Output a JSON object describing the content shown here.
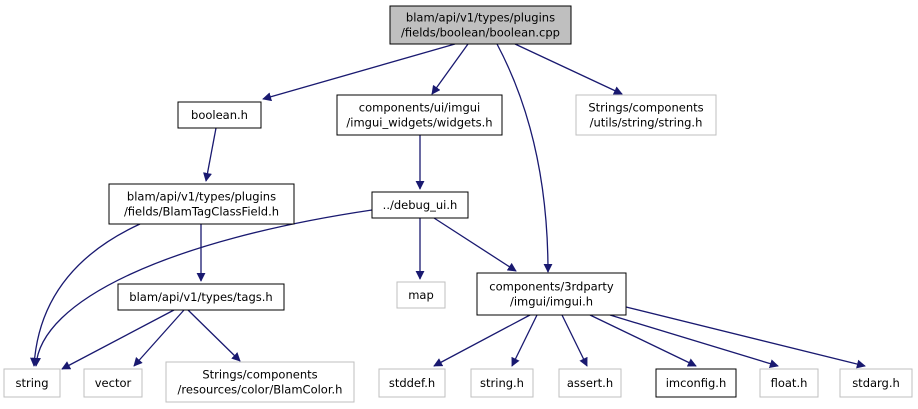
{
  "nodes": [
    {
      "id": "root",
      "lines": [
        "blam/api/v1/types/plugins",
        "/fields/boolean/boolean.cpp"
      ],
      "style": "root"
    },
    {
      "id": "boolean_h",
      "lines": [
        "boolean.h"
      ],
      "style": "normal"
    },
    {
      "id": "widgets_h",
      "lines": [
        "components/ui/imgui",
        "/imgui_widgets/widgets.h"
      ],
      "style": "normal"
    },
    {
      "id": "string_utils_h",
      "lines": [
        "Strings/components",
        "/utils/string/string.h"
      ],
      "style": "external"
    },
    {
      "id": "blamtagclassfield_h",
      "lines": [
        "blam/api/v1/types/plugins",
        "/fields/BlamTagClassField.h"
      ],
      "style": "normal"
    },
    {
      "id": "debug_ui_h",
      "lines": [
        "../debug_ui.h"
      ],
      "style": "normal"
    },
    {
      "id": "tags_h",
      "lines": [
        "blam/api/v1/types/tags.h"
      ],
      "style": "normal"
    },
    {
      "id": "map",
      "lines": [
        "map"
      ],
      "style": "external"
    },
    {
      "id": "imgui_h",
      "lines": [
        "components/3rdparty",
        "/imgui/imgui.h"
      ],
      "style": "normal"
    },
    {
      "id": "string",
      "lines": [
        "string"
      ],
      "style": "external"
    },
    {
      "id": "vector",
      "lines": [
        "vector"
      ],
      "style": "external"
    },
    {
      "id": "blamcolor_h",
      "lines": [
        "Strings/components",
        "/resources/color/BlamColor.h"
      ],
      "style": "external"
    },
    {
      "id": "stddef_h",
      "lines": [
        "stddef.h"
      ],
      "style": "external"
    },
    {
      "id": "string_h",
      "lines": [
        "string.h"
      ],
      "style": "external"
    },
    {
      "id": "assert_h",
      "lines": [
        "assert.h"
      ],
      "style": "external"
    },
    {
      "id": "imconfig_h",
      "lines": [
        "imconfig.h"
      ],
      "style": "normal"
    },
    {
      "id": "float_h",
      "lines": [
        "float.h"
      ],
      "style": "external"
    },
    {
      "id": "stdarg_h",
      "lines": [
        "stdarg.h"
      ],
      "style": "external"
    }
  ],
  "edges": [
    [
      "root",
      "boolean_h"
    ],
    [
      "root",
      "widgets_h"
    ],
    [
      "root",
      "string_utils_h"
    ],
    [
      "root",
      "imgui_h"
    ],
    [
      "boolean_h",
      "blamtagclassfield_h"
    ],
    [
      "widgets_h",
      "debug_ui_h"
    ],
    [
      "blamtagclassfield_h",
      "string"
    ],
    [
      "blamtagclassfield_h",
      "tags_h"
    ],
    [
      "debug_ui_h",
      "string"
    ],
    [
      "debug_ui_h",
      "map"
    ],
    [
      "debug_ui_h",
      "imgui_h"
    ],
    [
      "tags_h",
      "string"
    ],
    [
      "tags_h",
      "vector"
    ],
    [
      "tags_h",
      "blamcolor_h"
    ],
    [
      "imgui_h",
      "stddef_h"
    ],
    [
      "imgui_h",
      "string_h"
    ],
    [
      "imgui_h",
      "assert_h"
    ],
    [
      "imgui_h",
      "imconfig_h"
    ],
    [
      "imgui_h",
      "float_h"
    ],
    [
      "imgui_h",
      "stdarg_h"
    ]
  ],
  "colors": {
    "edge": "#191970",
    "root_fill": "#bfbfbf",
    "node_border": "#000000",
    "external_border": "#bfbfbf",
    "text": "#000000"
  }
}
